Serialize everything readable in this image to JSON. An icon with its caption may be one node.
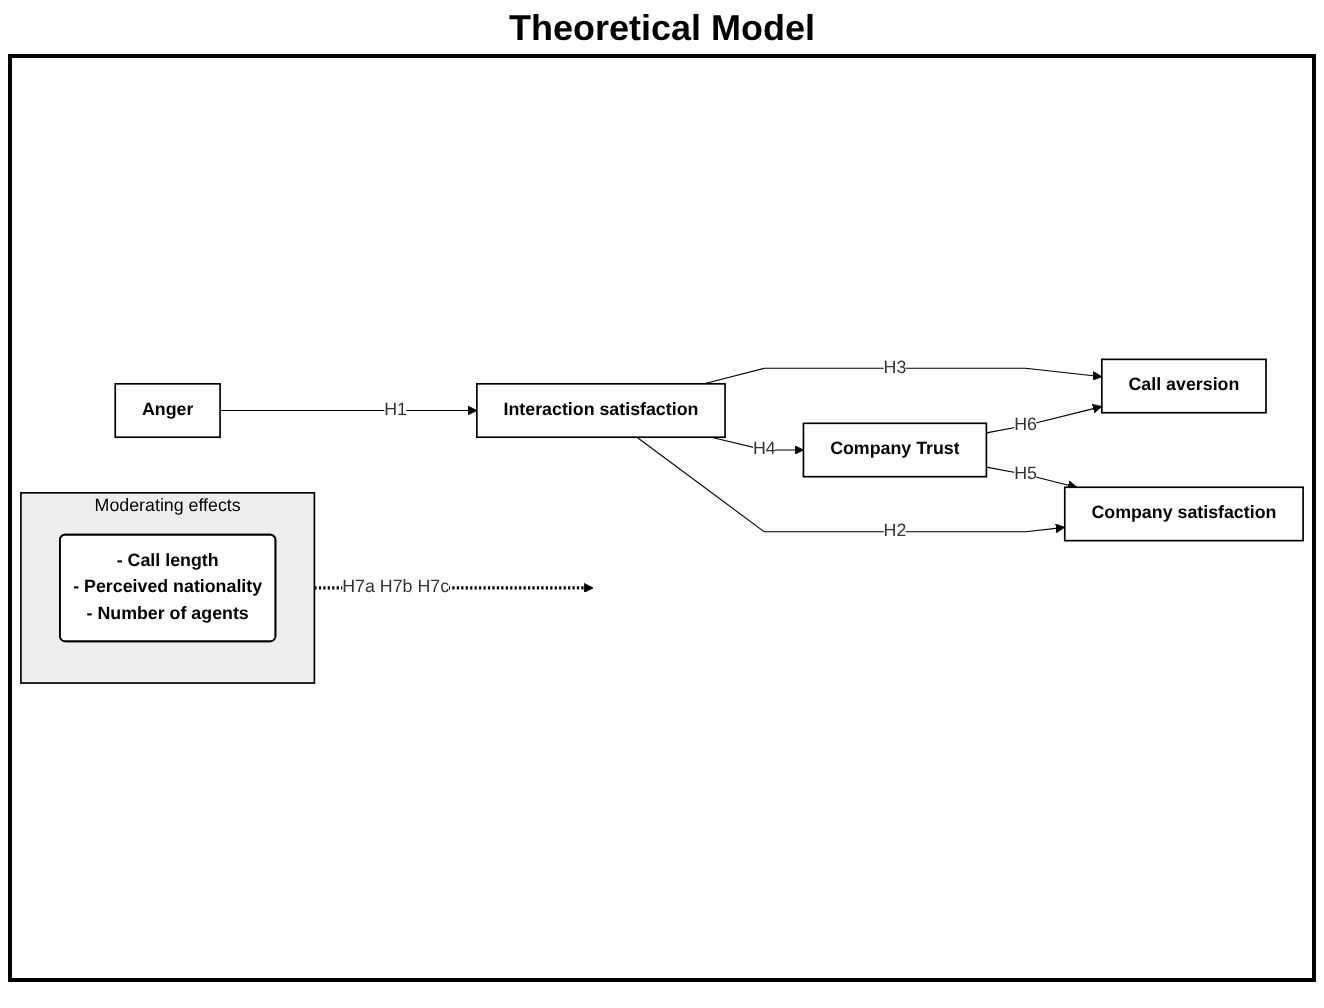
{
  "diagram": {
    "title": "Theoretical Model",
    "nodes": [
      {
        "text": [
          "Anger"
        ]
      },
      {
        "text": [
          "Interaction satisfaction"
        ]
      },
      {
        "text": [
          "Call aversion"
        ]
      },
      {
        "text": [
          "Company Trust"
        ]
      },
      {
        "text": [
          "Company satisfaction"
        ]
      },
      {
        "text": [
          "Moderating effects"
        ]
      },
      {
        "text": [
          "- Call length",
          "- Perceived nationality",
          "- Number of agents"
        ],
        "in": 5
      }
    ],
    "edges": [
      {
        "from": 0,
        "to": 1,
        "arrow": "to",
        "label": "H1"
      },
      {
        "from": 1,
        "to": 2,
        "arrow": "to",
        "label": "H3"
      },
      {
        "from": 1,
        "to": 3,
        "arrow": "to",
        "label": "H4"
      },
      {
        "from": 1,
        "to": 4,
        "arrow": "to",
        "label": "H2"
      },
      {
        "from": 3,
        "to": 2,
        "arrow": "to",
        "label": "H6"
      },
      {
        "from": 3,
        "to": 4,
        "arrow": "to",
        "label": "H5"
      },
      {
        "from": 5,
        "to": null,
        "arrow": "to",
        "label": "H7a H7b H7c",
        "style": "dashed"
      }
    ]
  }
}
